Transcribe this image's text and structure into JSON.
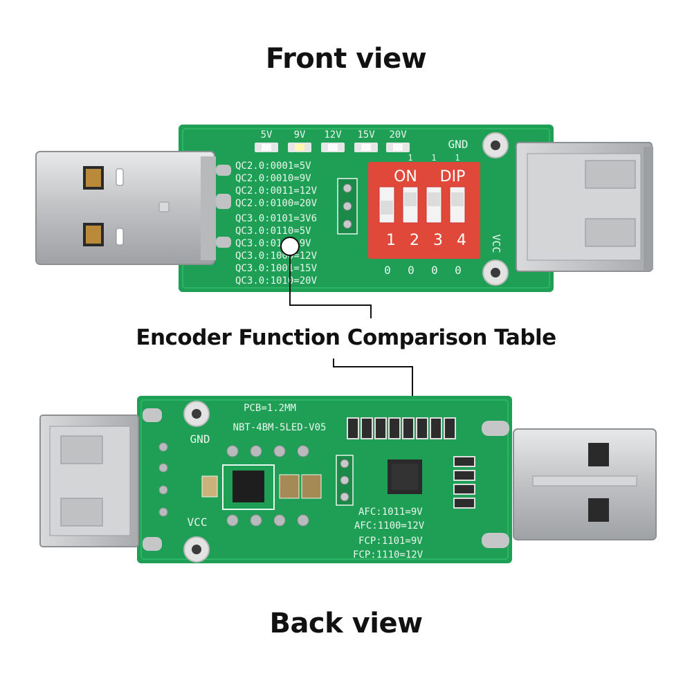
{
  "headings": {
    "front": "Front view",
    "back": "Back view",
    "callout": "Encoder Function Comparison Table"
  },
  "front": {
    "led_labels": [
      "5V",
      "9V",
      "12V",
      "15V",
      "20V"
    ],
    "gnd": "GND",
    "vcc": "VCC",
    "dip_on": "ON",
    "dip_brand": "DIP",
    "dip_top_marks": [
      "1",
      "1",
      "1"
    ],
    "dip_numbers": [
      "1",
      "2",
      "3",
      "4"
    ],
    "dip_bottom_marks": [
      "0",
      "0",
      "0",
      "0"
    ],
    "table": [
      "QC2.0:0001=5V",
      "QC2.0:0010=9V",
      "QC2.0:0011=12V",
      "QC2.0:0100=20V",
      "QC3.0:0101=3V6",
      "QC3.0:0110=5V",
      "QC3.0:0111=9V",
      "QC3.0:1000=12V",
      "QC3.0:1001=15V",
      "QC3.0:1010=20V"
    ]
  },
  "back": {
    "pcb_thickness": "PCB=1.2MM",
    "model": "NBT-4BM-5LED-V05",
    "gnd": "GND",
    "vcc": "VCC",
    "table": [
      "AFC:1011=9V",
      "AFC:1100=12V",
      "FCP:1101=9V",
      "FCP:1110=12V"
    ]
  },
  "colors": {
    "pcb": "#1f9f56",
    "pcb_dark": "#138243",
    "dip": "#e0483a",
    "metal": "#c9cbcd"
  }
}
